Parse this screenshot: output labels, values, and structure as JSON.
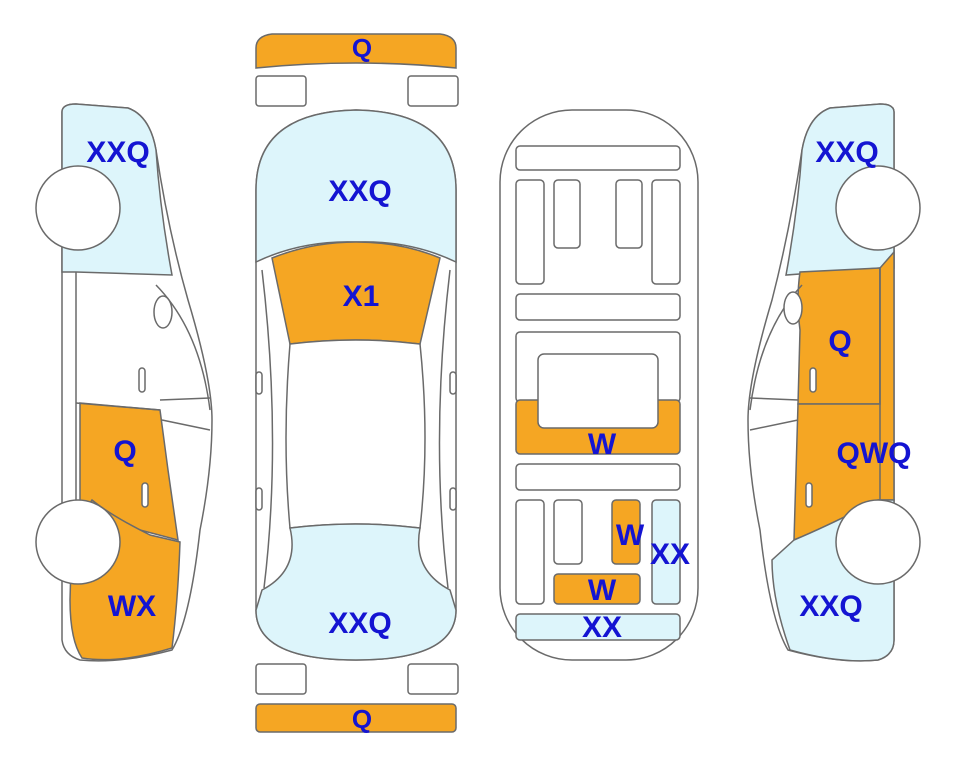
{
  "colors": {
    "damage_orange": "#f5a623",
    "damage_light": "#ddf5fb",
    "label_blue": "#1414d2",
    "outline": "#6a6a6a"
  },
  "labels": {
    "front_bumper": "Q",
    "top_hood": "XXQ",
    "top_windshield": "X1",
    "top_trunk": "XXQ",
    "rear_bumper": "Q",
    "left_front_fender": "XXQ",
    "left_rear_door": "Q",
    "left_rear_quarter": "WX",
    "floor_mid": "W",
    "floor_rear_small": "W",
    "floor_rear_right": "XX",
    "floor_rear_center": "W",
    "floor_rear_bottom": "XX",
    "right_front_fender": "XXQ",
    "right_front_door": "Q",
    "right_rear_door": "QWQ",
    "right_rear_quarter": "XXQ"
  }
}
